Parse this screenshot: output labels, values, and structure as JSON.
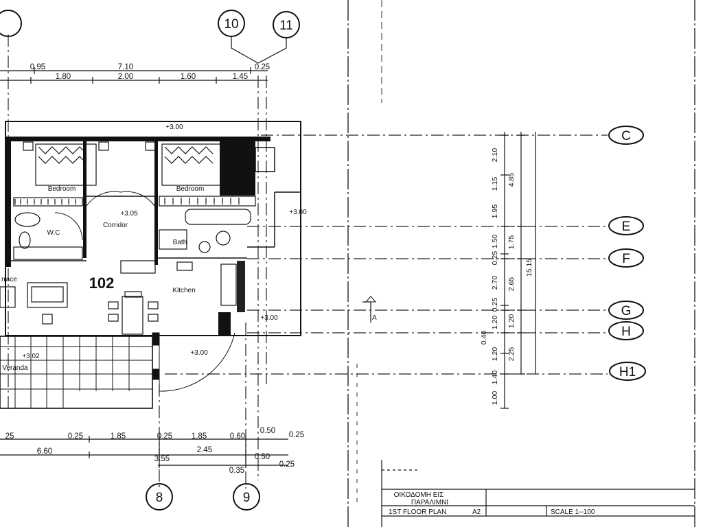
{
  "axes": {
    "grid_10": "10",
    "grid_11": "11",
    "grid_8": "8",
    "grid_9": "9",
    "grid_C": "C",
    "grid_E": "E",
    "grid_F": "F",
    "grid_G": "G",
    "grid_H": "H",
    "grid_H1": "H1"
  },
  "top_dims": {
    "row1": [
      "0.95",
      "7.10",
      "0.25"
    ],
    "row2": [
      "1.80",
      "2.00",
      "1.60",
      "1.45"
    ]
  },
  "bottom_dims": {
    "row1": [
      "25",
      "0.25",
      "1.85",
      "0.25",
      "1.85",
      "0.60",
      "0.50",
      "0.25"
    ],
    "row2": [
      "6.60",
      "2.45",
      "0.50"
    ],
    "row3": [
      "3.55",
      "0.25",
      "0.35"
    ]
  },
  "right_dims": {
    "col1": [
      "2.10",
      "1.15",
      "1.95",
      "1.50",
      "0.25",
      "2.70",
      "0.25",
      "1.20",
      "1.20",
      "1.40",
      "1.00"
    ],
    "col2": [
      "4.85",
      "1.75",
      "2.65",
      "1.20",
      "2.25"
    ],
    "col3": [
      "0.40"
    ],
    "total": "15.15"
  },
  "rooms": {
    "bedroom_1": "Bedroom",
    "bedroom_2": "Bedroom",
    "corridor": "Corridor",
    "wc": "W.C",
    "bath": "Bath",
    "kitchen": "Kitchen",
    "veranda": "Veranda",
    "terrace": "rrace",
    "unit_no": "102"
  },
  "levels": {
    "top": "+3.00",
    "right": "+3.00",
    "corridor": "+3.05",
    "kitchen": "+3.00",
    "veranda_level": "+3.02",
    "stair": "+3.00"
  },
  "section_mark": "A",
  "title_block": {
    "project_line1": "ΟΙΚΟΔΟΜΗ ΕΙΣ",
    "project_line2": "ΠΑΡΑΛΙΜΝΙ",
    "drawing_title": "1ST FLOOR PLAN",
    "sheet": "A2",
    "scale": "SCALE 1--100"
  }
}
